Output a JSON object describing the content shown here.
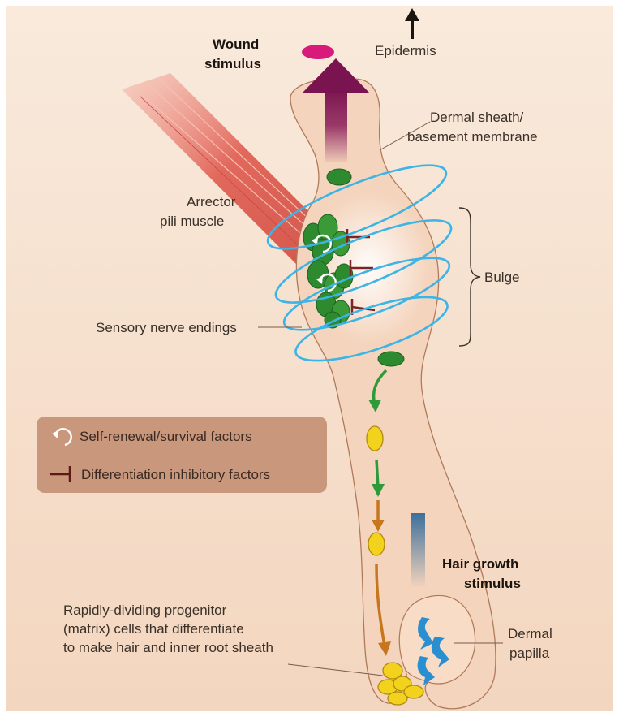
{
  "labels": {
    "wound_stimulus_line1": "Wound",
    "wound_stimulus_line2": "stimulus",
    "epidermis": "Epidermis",
    "dermal_sheath_line1": "Dermal sheath/",
    "dermal_sheath_line2": "basement membrane",
    "arrector_line1": "Arrector",
    "arrector_line2": "pili muscle",
    "bulge": "Bulge",
    "sensory_nerve": "Sensory nerve endings",
    "hair_growth_line1": "Hair growth",
    "hair_growth_line2": "stimulus",
    "progenitor_line1": "Rapidly-dividing progenitor",
    "progenitor_line2": "(matrix) cells that differentiate",
    "progenitor_line3": "to make hair and inner root sheath",
    "dermal_papilla_line1": "Dermal",
    "dermal_papilla_line2": "papilla"
  },
  "legend": {
    "self_renewal": "Self-renewal/survival factors",
    "differentiation": "Differentiation inhibitory factors"
  },
  "colors": {
    "background": "#f7e2cf",
    "follicle": "#f4d4bc",
    "stem_cell": "#2e8a2e",
    "progenitor_cell": "#f2d21c",
    "nerve": "#3cb4e6",
    "muscle": "#e06a5e",
    "wound_arrow": "#8a1e5a",
    "legend_box": "#c9977c",
    "inhibitor": "#7a2424",
    "papilla_arrow": "#2a8fd0"
  }
}
